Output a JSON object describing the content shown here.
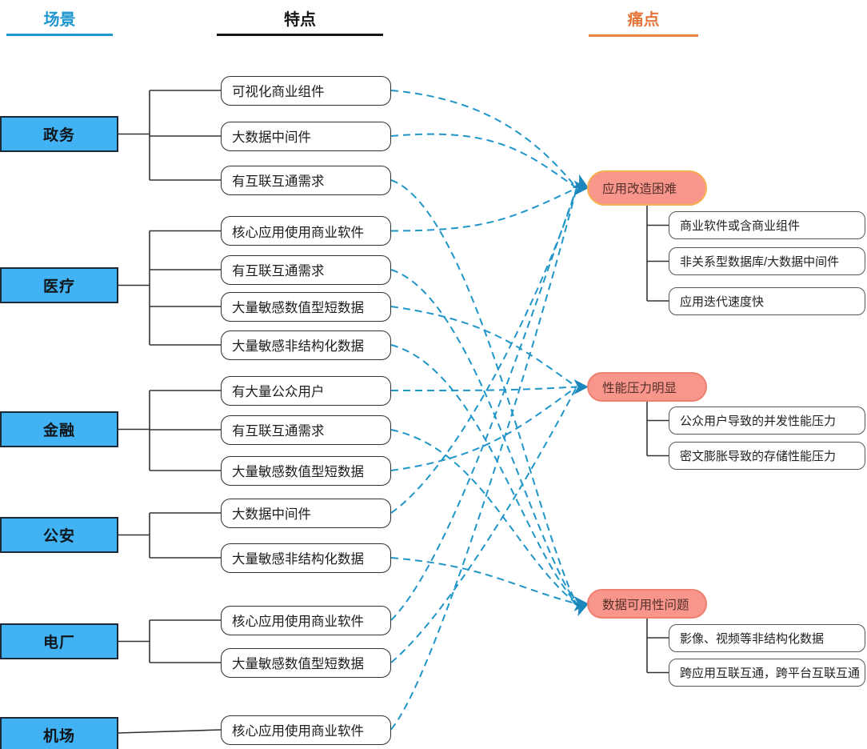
{
  "headers": {
    "scene": {
      "label": "场景",
      "color": "#1E96CE"
    },
    "feature": {
      "label": "特点",
      "color": "#171717"
    },
    "pain": {
      "label": "痛点",
      "color": "#E4763B"
    }
  },
  "scenes": [
    {
      "label": "政务",
      "features": [
        "可视化商业组件",
        "大数据中间件",
        "有互联互通需求"
      ]
    },
    {
      "label": "医疗",
      "features": [
        "核心应用使用商业软件",
        "有互联互通需求",
        "大量敏感数值型短数据",
        "大量敏感非结构化数据"
      ]
    },
    {
      "label": "金融",
      "features": [
        "有大量公众用户",
        "有互联互通需求",
        "大量敏感数值型短数据"
      ]
    },
    {
      "label": "公安",
      "features": [
        "大数据中间件",
        "大量敏感非结构化数据"
      ]
    },
    {
      "label": "电厂",
      "features": [
        "核心应用使用商业软件",
        "大量敏感数值型短数据"
      ]
    },
    {
      "label": "机场",
      "features": [
        "核心应用使用商业软件"
      ]
    }
  ],
  "pains": [
    {
      "label": "应用改造困难",
      "selected": true,
      "children": [
        "商业软件或含商业组件",
        "非关系型数据库/大数据中间件",
        "应用迭代速度快"
      ]
    },
    {
      "label": "性能压力明显",
      "selected": false,
      "children": [
        "公众用户导致的并发性能压力",
        "密文膨胀导致的存储性能压力"
      ]
    },
    {
      "label": "数据可用性问题",
      "selected": false,
      "children": [
        "影像、视频等非结构化数据",
        "跨应用互联互通，跨平台互联互通"
      ]
    }
  ],
  "relations": [
    {
      "scene": "政务",
      "from": "可视化商业组件",
      "to": "应用改造困难"
    },
    {
      "scene": "政务",
      "from": "大数据中间件",
      "to": "应用改造困难"
    },
    {
      "scene": "政务",
      "from": "有互联互通需求",
      "to": "数据可用性问题"
    },
    {
      "scene": "医疗",
      "from": "核心应用使用商业软件",
      "to": "应用改造困难"
    },
    {
      "scene": "医疗",
      "from": "有互联互通需求",
      "to": "数据可用性问题"
    },
    {
      "scene": "医疗",
      "from": "大量敏感数值型短数据",
      "to": "性能压力明显"
    },
    {
      "scene": "医疗",
      "from": "大量敏感非结构化数据",
      "to": "数据可用性问题"
    },
    {
      "scene": "金融",
      "from": "有大量公众用户",
      "to": "性能压力明显"
    },
    {
      "scene": "金融",
      "from": "有互联互通需求",
      "to": "数据可用性问题"
    },
    {
      "scene": "金融",
      "from": "大量敏感数值型短数据",
      "to": "性能压力明显"
    },
    {
      "scene": "公安",
      "from": "大数据中间件",
      "to": "应用改造困难"
    },
    {
      "scene": "公安",
      "from": "大量敏感非结构化数据",
      "to": "数据可用性问题"
    },
    {
      "scene": "电厂",
      "from": "核心应用使用商业软件",
      "to": "应用改造困难"
    },
    {
      "scene": "电厂",
      "from": "大量敏感数值型短数据",
      "to": "性能压力明显"
    },
    {
      "scene": "机场",
      "from": "核心应用使用商业软件",
      "to": "应用改造困难"
    }
  ],
  "colors": {
    "scene_fill": "#41B2F3",
    "pain_fill": "#F9968B",
    "pain_border": "#EE8070",
    "pain_selected_border": "#F6B04E",
    "tree_line": "#333333",
    "relation_line": "#1F95C8"
  }
}
